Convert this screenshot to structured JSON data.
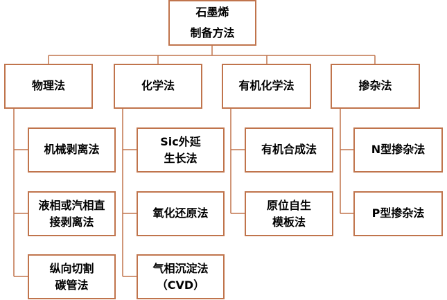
{
  "diagram": {
    "root": {
      "label": "石墨烯\n制备方法"
    },
    "categories": [
      {
        "label": "物理法",
        "methods": [
          {
            "label": "机械剥离法"
          },
          {
            "label": "液相或汽相直\n接剥离法"
          },
          {
            "label": "纵向切割\n碳管法"
          }
        ]
      },
      {
        "label": "化学法",
        "methods": [
          {
            "label": "Sic外延\n生长法"
          },
          {
            "label": "氧化还原法"
          },
          {
            "label": "气相沉淀法\n（CVD）"
          }
        ]
      },
      {
        "label": "有机化学法",
        "methods": [
          {
            "label": "有机合成法"
          },
          {
            "label": "原位自生\n模板法"
          }
        ]
      },
      {
        "label": "掺杂法",
        "methods": [
          {
            "label": "N型掺杂法"
          },
          {
            "label": "P型掺杂法"
          }
        ]
      }
    ],
    "colors": {
      "border": "#c0744c",
      "connector": "#c0744c",
      "text": "#000000",
      "background": "#ffffff"
    }
  }
}
